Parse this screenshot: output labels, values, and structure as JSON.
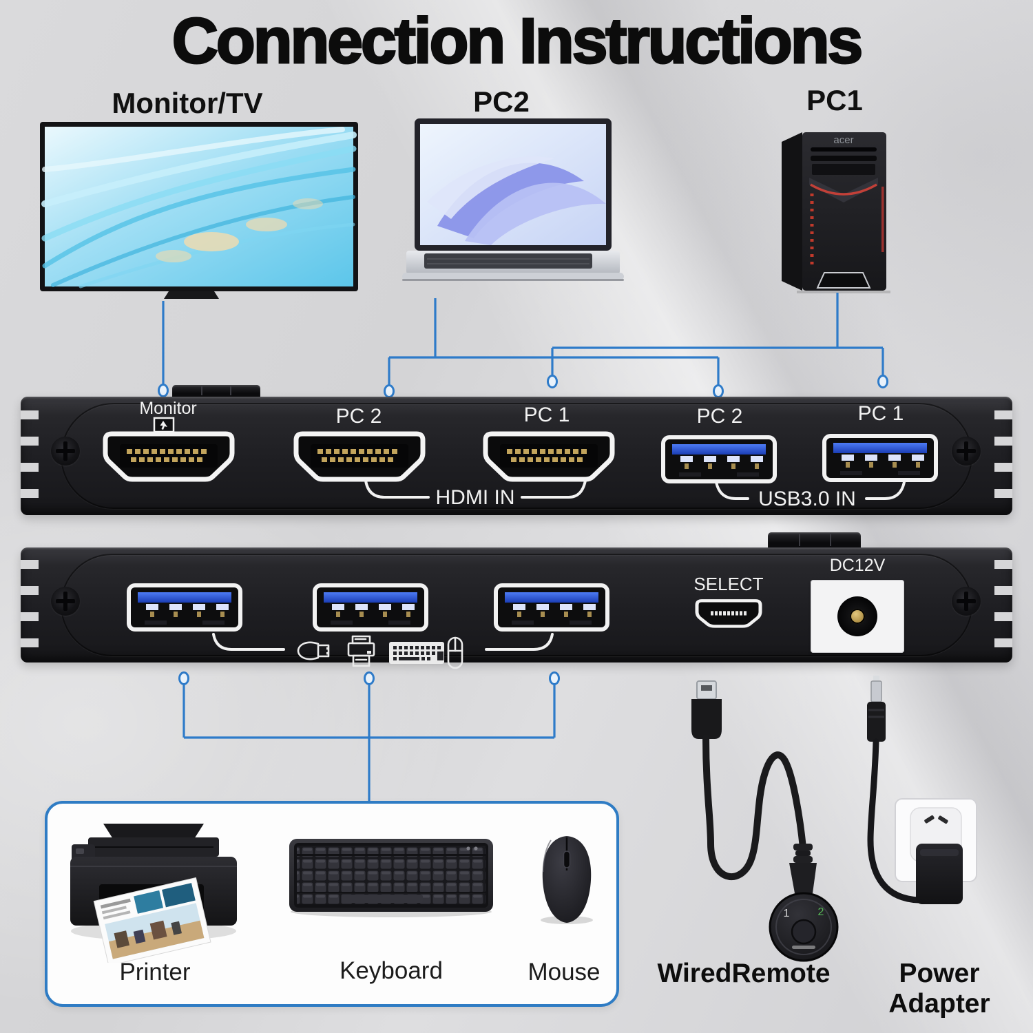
{
  "title": "Connection Instructions",
  "devices": {
    "monitor": {
      "label": "Monitor/TV"
    },
    "pc2": {
      "label": "PC2"
    },
    "pc1": {
      "label": "PC1",
      "brand": "acer"
    }
  },
  "front_panel": {
    "monitor_port": {
      "label": "Monitor",
      "icon": "monitor-touch-icon"
    },
    "hdmi_pc2": "PC 2",
    "hdmi_pc1": "PC 1",
    "usb_pc2": "PC 2",
    "usb_pc1": "PC 1",
    "hdmi_group": "HDMI IN",
    "usb_group": "USB3.0 IN"
  },
  "back_panel": {
    "select": "SELECT",
    "dc": "DC12V",
    "port_icons": [
      "usb-drive-icon",
      "printer-icon",
      "keyboard-icon",
      "mouse-icon"
    ]
  },
  "peripherals": {
    "printer": "Printer",
    "keyboard": "Keyboard",
    "mouse": "Mouse"
  },
  "accessories": {
    "remote": {
      "label": "WiredRemote",
      "button1": "1",
      "button2": "2"
    },
    "power": {
      "label": "Power Adapter"
    }
  },
  "colors": {
    "line_blue": "#2e7bc9",
    "box_border_blue": "#2f7cc4",
    "usb_blue": "#2f62e6",
    "gold": "#c2a45c",
    "remote_green": "#58b958",
    "background": "#d6d6d8",
    "panel_dark": "#222226"
  }
}
